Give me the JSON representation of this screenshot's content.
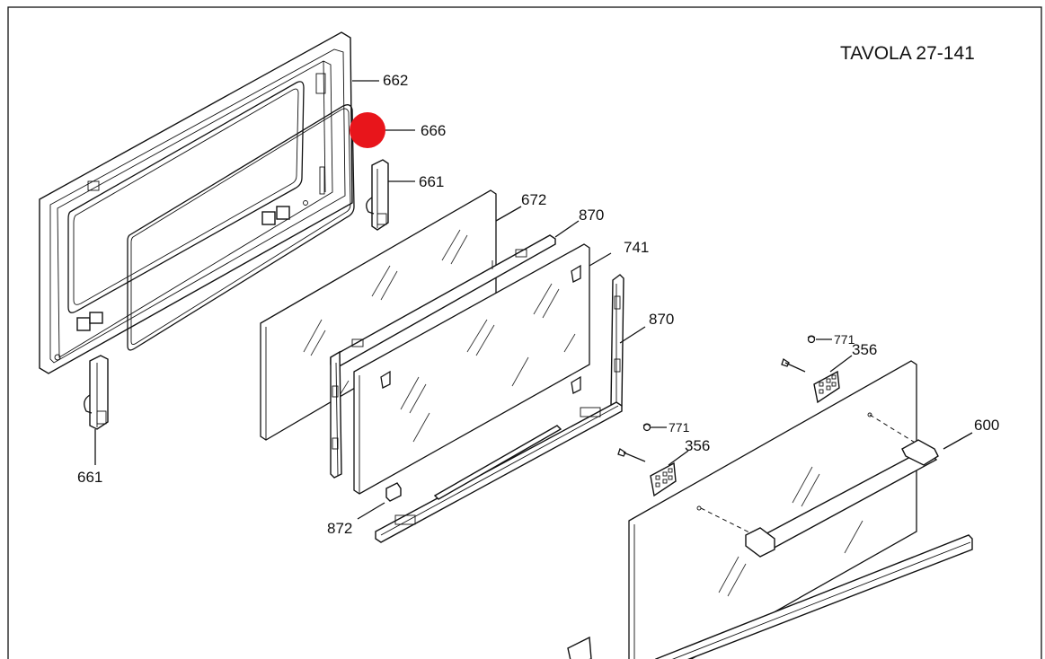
{
  "title": "TAVOLA 27-141",
  "colors": {
    "marker": "#e8151b",
    "ink": "#111111",
    "background": "#ffffff"
  },
  "labels": {
    "p662": "662",
    "p666": "666",
    "p661_top": "661",
    "p661_bottom": "661",
    "p672": "672",
    "p870_top": "870",
    "p741": "741",
    "p870_right": "870",
    "p771_top": "771",
    "p356_top": "356",
    "p771_mid": "771",
    "p356_mid": "356",
    "p600": "600",
    "p872": "872"
  }
}
